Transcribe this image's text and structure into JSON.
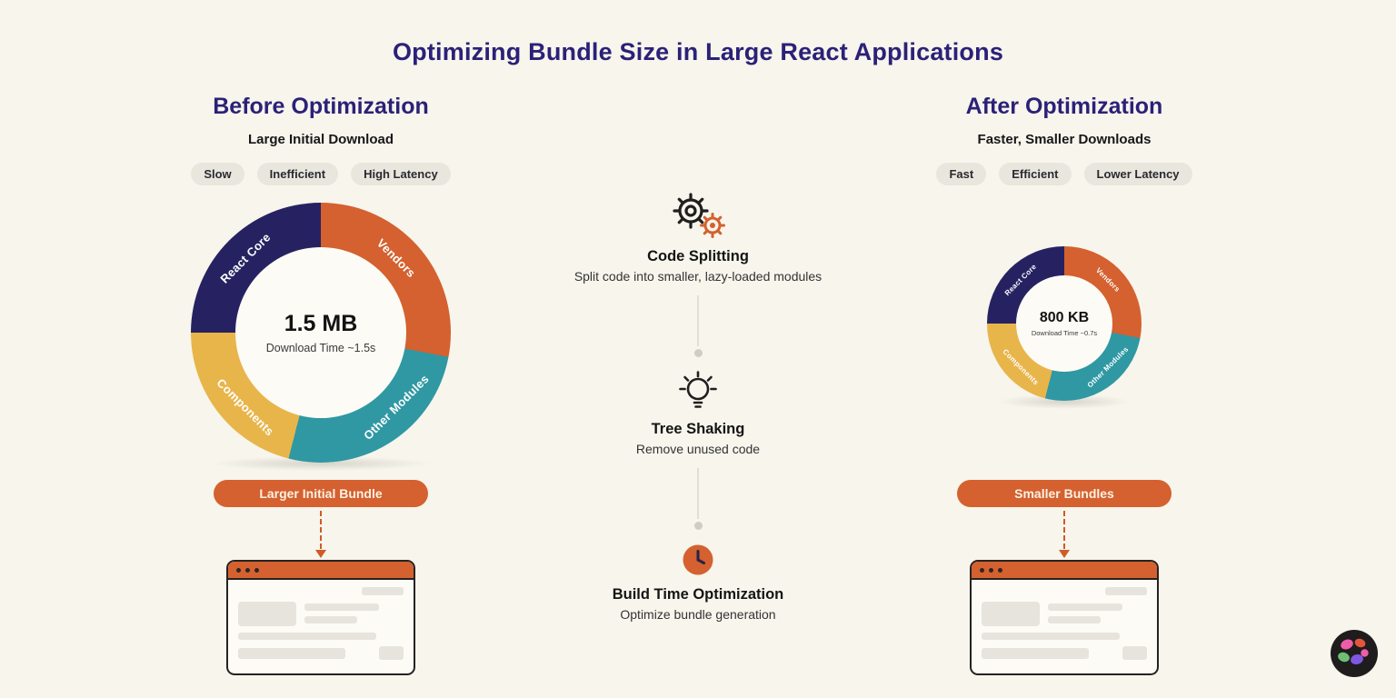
{
  "title": "Optimizing Bundle Size in Large React Applications",
  "colors": {
    "background": "#f7f5ec",
    "heading_navy": "#2b2178",
    "accent_orange": "#d4612f",
    "segment_navy": "#262262",
    "segment_orange": "#d4612f",
    "segment_yellow": "#e8b54b",
    "segment_teal": "#2f98a3",
    "badge_background": "#e9e6de"
  },
  "before": {
    "heading": "Before Optimization",
    "subheading": "Large Initial Download",
    "badges": [
      "Slow",
      "Inefficient",
      "High Latency"
    ],
    "donut": {
      "center_value": "1.5 MB",
      "center_caption": "Download Time ~1.5s",
      "segments": [
        {
          "label": "Vendors",
          "value": 28,
          "color": "#d4612f"
        },
        {
          "label": "Other Modules",
          "value": 26,
          "color": "#2f98a3"
        },
        {
          "label": "Components",
          "value": 21,
          "color": "#e8b54b"
        },
        {
          "label": "React Core",
          "value": 25,
          "color": "#262262"
        }
      ]
    },
    "bundle_label": "Larger Initial Bundle"
  },
  "after": {
    "heading": "After Optimization",
    "subheading": "Faster, Smaller Downloads",
    "badges": [
      "Fast",
      "Efficient",
      "Lower Latency"
    ],
    "donut": {
      "center_value": "800 KB",
      "center_caption": "Download Time ~0.7s",
      "segments": [
        {
          "label": "Vendors",
          "value": 28,
          "color": "#d4612f"
        },
        {
          "label": "Other Modules",
          "value": 26,
          "color": "#2f98a3"
        },
        {
          "label": "Components",
          "value": 21,
          "color": "#e8b54b"
        },
        {
          "label": "React Core",
          "value": 25,
          "color": "#262262"
        }
      ]
    },
    "bundle_label": "Smaller Bundles"
  },
  "steps": [
    {
      "icon": "gears-icon",
      "title": "Code Splitting",
      "desc": "Split code into smaller, lazy-loaded modules"
    },
    {
      "icon": "lightbulb-icon",
      "title": "Tree Shaking",
      "desc": "Remove unused code"
    },
    {
      "icon": "clock-icon",
      "title": "Build Time Optimization",
      "desc": "Optimize bundle generation"
    }
  ],
  "chart_data": [
    {
      "type": "pie",
      "title": "Before Optimization bundle composition",
      "labels": [
        "Vendors",
        "Other Modules",
        "Components",
        "React Core"
      ],
      "values": [
        28,
        26,
        21,
        25
      ],
      "center_label": "1.5 MB",
      "annotation": "Download Time ~1.5s",
      "legend_position": "on-slices"
    },
    {
      "type": "pie",
      "title": "After Optimization bundle composition",
      "labels": [
        "Vendors",
        "Other Modules",
        "Components",
        "React Core"
      ],
      "values": [
        28,
        26,
        21,
        25
      ],
      "center_label": "800 KB",
      "annotation": "Download Time ~0.7s",
      "legend_position": "on-slices"
    }
  ]
}
